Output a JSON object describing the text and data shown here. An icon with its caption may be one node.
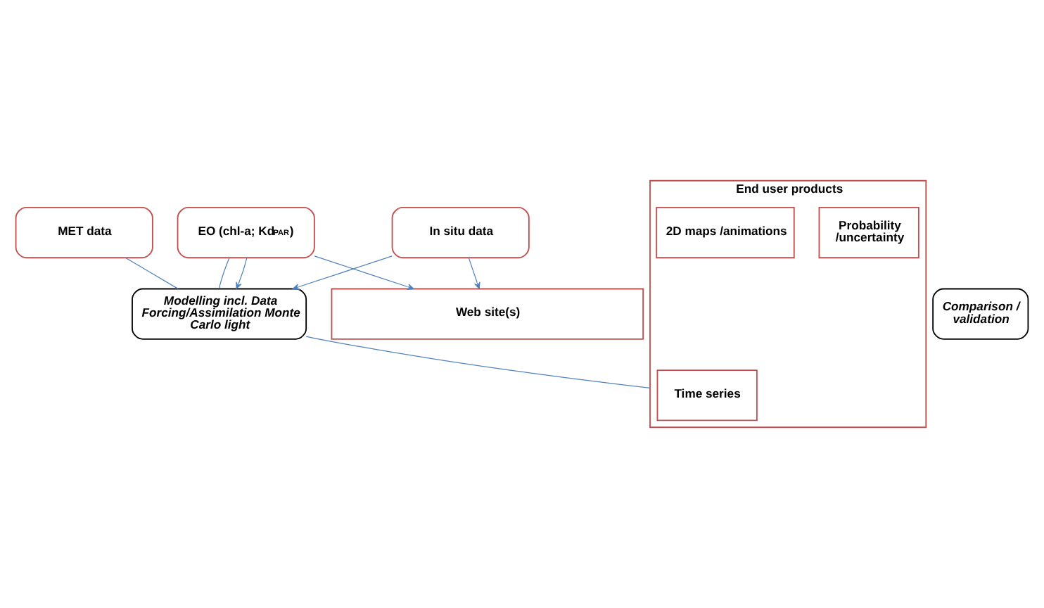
{
  "diagram": {
    "nodes": [
      {
        "text": [
          "MET data"
        ]
      },
      {
        "text": [
          "EO (chl-a; Kd$_{PAR}$)"
        ]
      },
      {
        "text": [
          "In situ data"
        ]
      },
      {
        "text": [
          "Modelling incl. Data Forcing/Assimilation Monte Carlo light"
        ]
      },
      {
        "text": [
          "Comparison / validation"
        ]
      },
      {
        "text": [
          "End user products"
        ]
      },
      {
        "text": [
          "Probability /uncertainty"
        ],
        "in": 5
      },
      {
        "text": [
          "Time series"
        ],
        "in": 5
      },
      {
        "text": [
          "2D maps /animations"
        ],
        "in": 5
      },
      {
        "text": [
          "Web site(s)"
        ]
      }
    ],
    "edges": [
      {
        "from": 0,
        "to": 3,
        "arrow": "none"
      },
      {
        "from": 1,
        "to": 3,
        "arrow": "none"
      },
      {
        "from": 1,
        "to": 3,
        "arrow": "to"
      },
      {
        "from": 1,
        "to": 9,
        "arrow": "to"
      },
      {
        "from": 2,
        "to": 3,
        "arrow": "to"
      },
      {
        "from": 2,
        "to": 9,
        "arrow": "to"
      },
      {
        "from": 3,
        "to": 5,
        "arrow": "none"
      }
    ]
  }
}
